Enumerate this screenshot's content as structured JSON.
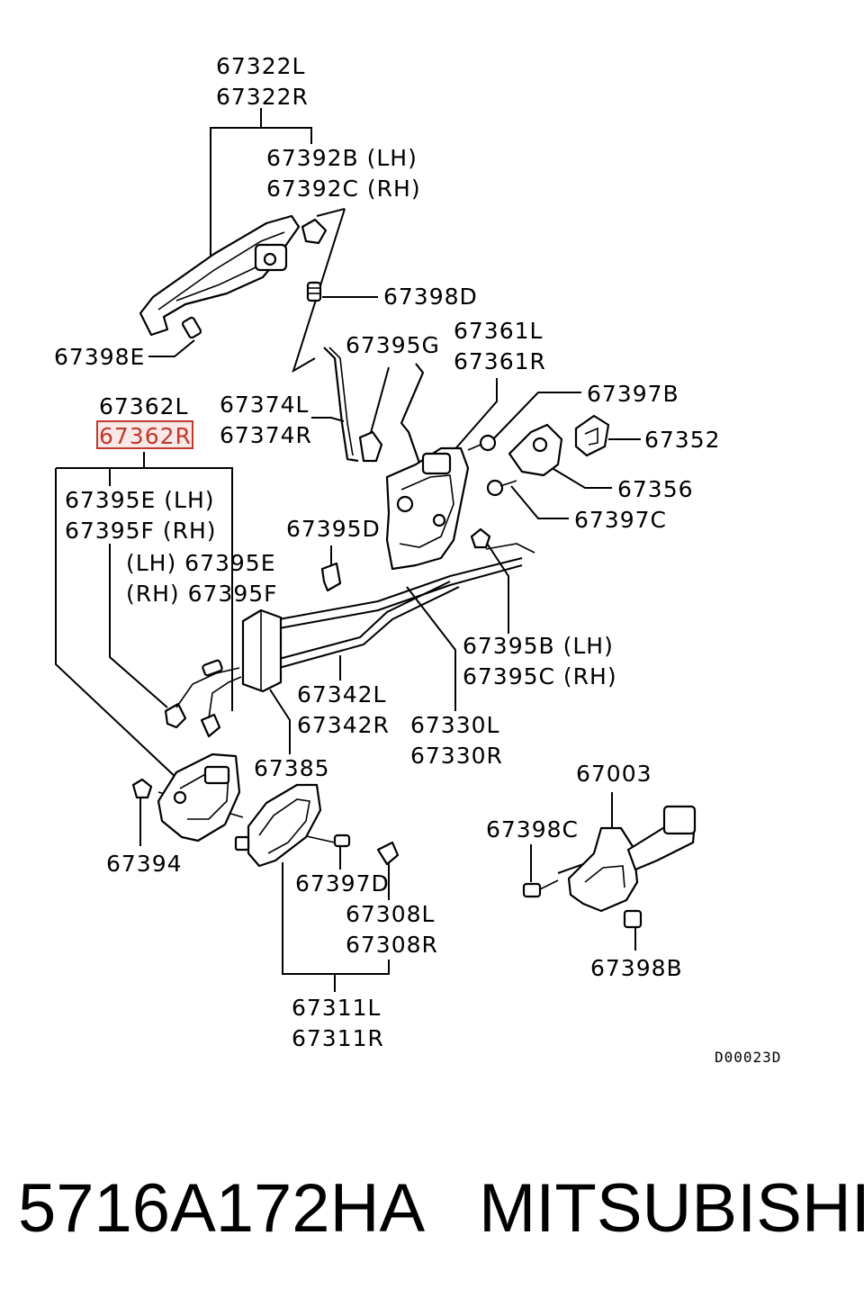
{
  "labels": {
    "p67322L": "67322L",
    "p67322R": "67322R",
    "p67392B": "67392B (LH)",
    "p67392C": "67392C (RH)",
    "p67398D": "67398D",
    "p67398E": "67398E",
    "p67395G": "67395G",
    "p67361L": "67361L",
    "p67361R": "67361R",
    "p67362L": "67362L",
    "p67362R": "67362R",
    "p67374L": "67374L",
    "p67374R": "67374R",
    "p67397B": "67397B",
    "p67352": "67352",
    "p67356": "67356",
    "p67395E_LH": "67395E (LH)",
    "p67395F_RH": "67395F (RH)",
    "p67395E_LH2": "(LH) 67395E",
    "p67395F_RH2": "(RH) 67395F",
    "p67397C": "67397C",
    "p67395D": "67395D",
    "p67395B": "67395B (LH)",
    "p67395C": "67395C (RH)",
    "p67342L": "67342L",
    "p67342R": "67342R",
    "p67330L": "67330L",
    "p67330R": "67330R",
    "p67385": "67385",
    "p67394": "67394",
    "p67397D": "67397D",
    "p67003": "67003",
    "p67398C": "67398C",
    "p67308L": "67308L",
    "p67308R": "67308R",
    "p67398B": "67398B",
    "p67311L": "67311L",
    "p67311R": "67311R"
  },
  "diagram_code": "D00023D",
  "highlighted_part": "67362R",
  "highlight_color": "#c0392b",
  "footer": {
    "part_number": "5716A172HA",
    "brand": "MITSUBISHI"
  }
}
